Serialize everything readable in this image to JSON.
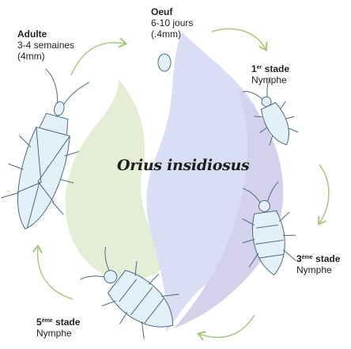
{
  "title": "Orius insidiosus",
  "stages": {
    "egg": {
      "name": "Oeuf",
      "duration": "6-10 jours",
      "size": "(.4mm)"
    },
    "nymph1": {
      "num": "1",
      "sup": "er",
      "word": "stade",
      "name": "Nymphe"
    },
    "nymph3": {
      "num": "3",
      "sup": "ème",
      "word": "stade",
      "name": "Nymphe"
    },
    "nymph5": {
      "num": "5",
      "sup": "ème",
      "word": "stade",
      "name": "Nymphe"
    },
    "adult": {
      "name": "Adulte",
      "duration": "3-4 semaines",
      "size": "(4mm)"
    }
  },
  "colors": {
    "green_flame": "#e4edd5",
    "blue_flame": "#d9def5",
    "purple_flame": "#d4d1ea",
    "arrow": "#a8c87e",
    "bug_fill": "#e3f0f7",
    "bug_stroke": "#4a6b82"
  }
}
